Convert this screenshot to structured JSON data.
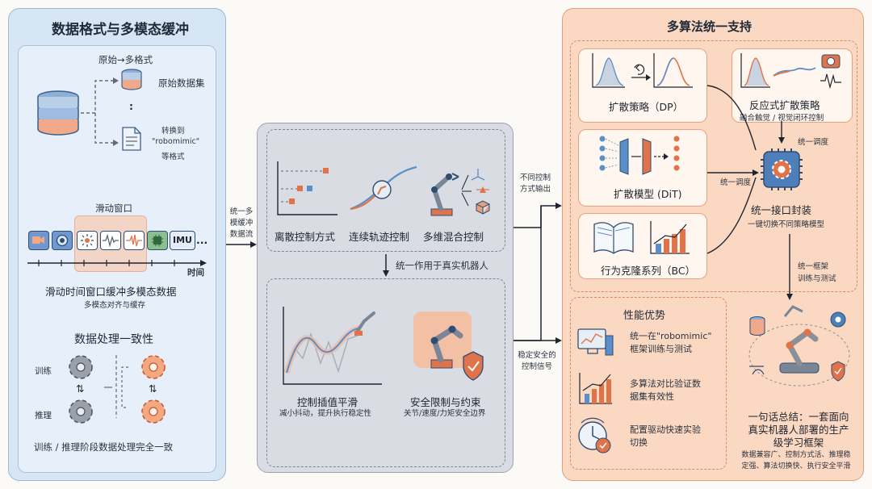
{
  "left": {
    "title": "数据格式与多模态缓冲",
    "raw_to_multi": "原始→多格式",
    "raw_dataset": "原始数据集",
    "ellipsis": ":",
    "convert_1": "转换到",
    "convert_2": "\"robomimic\"",
    "convert_3": "等格式",
    "sliding_window": "滑动窗口",
    "imu": "IMU",
    "dots": "...",
    "time": "时间",
    "buffer_title": "滑动时间窗口缓冲多模态数据",
    "buffer_sub": "多模态对齐与缓存",
    "consistency_title": "数据处理一致性",
    "train": "训练",
    "infer": "推理",
    "consistency_sub": "训练 / 推理阶段数据处理完全一致"
  },
  "arrow_left": [
    "统一多",
    "模缓冲",
    "数据流"
  ],
  "middle": {
    "discrete": "离散控制方式",
    "continuous": "连续轨迹控制",
    "multi_dim": "多维混合控制",
    "apply_real": "统一作用于真实机器人",
    "smooth_title": "控制插值平滑",
    "smooth_sub": "减小抖动，提升执行稳定性",
    "safety_title": "安全限制与约束",
    "safety_sub": "关节/速度/力矩安全边界"
  },
  "arrow_mid_top": [
    "不同控制",
    "方式输出"
  ],
  "arrow_mid_bottom": [
    "稳定安全的",
    "控制信号"
  ],
  "right": {
    "title": "多算法统一支持",
    "dp": "扩散策略（DP）",
    "reactive": "反应式扩散策略",
    "reactive_sub": "融合触觉 / 视觉闭环控制",
    "dit": "扩散模型 (DiT)",
    "bc": "行为克隆系列（BC）",
    "schedule_1": "统一调度",
    "schedule_2": "统一调度",
    "interface": "统一接口封装",
    "interface_sub": "一键切换不同策略模型",
    "framework": [
      "统一框架",
      "训练与测试"
    ],
    "perf_title": "性能优势",
    "perf_1": [
      "统一在\"robomimic\"",
      "框架训练与测试"
    ],
    "perf_2": [
      "多算法对比验证数",
      "据集有效性"
    ],
    "perf_3": [
      "配置驱动快速实验",
      "切换"
    ],
    "summary": [
      "一句话总结：一套面向",
      "真实机器人部署的生产",
      "级学习框架"
    ],
    "summary_sub": [
      "数据兼容广、控制方式活、推理稳",
      "定强、算法切换快、执行安全平滑"
    ]
  },
  "colors": {
    "blue": "#5b8fc9",
    "orange": "#e0734a",
    "gray": "#8a909a"
  }
}
